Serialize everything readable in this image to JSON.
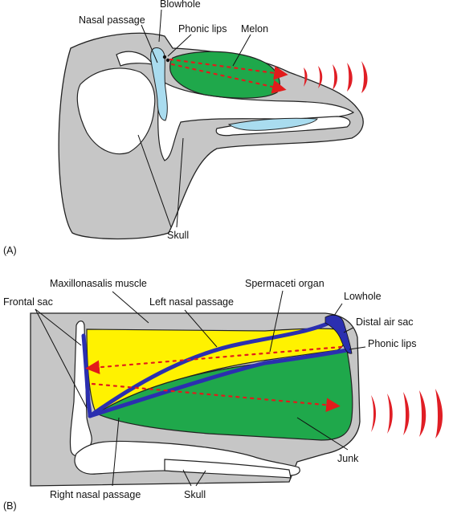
{
  "panel_a": {
    "tag": "(A)",
    "labels": {
      "blowhole": "Blowhole",
      "nasal_passage": "Nasal passage",
      "phonic_lips": "Phonic lips",
      "melon": "Melon",
      "skull": "Skull"
    }
  },
  "panel_b": {
    "tag": "(B)",
    "labels": {
      "maxillonasalis_muscle": "Maxillonasalis muscle",
      "spermaceti_organ": "Spermaceti organ",
      "frontal_sac": "Frontal sac",
      "left_nasal_passage": "Left nasal passage",
      "lowhole": "Lowhole",
      "distal_air_sac": "Distal air sac",
      "phonic_lips": "Phonic lips",
      "junk": "Junk",
      "right_nasal_passage": "Right nasal passage",
      "skull": "Skull"
    }
  },
  "colors": {
    "tissue": "#c6c6c6",
    "bone": "#ffffff",
    "air_spaces_a": "#a9dcef",
    "melon_and_junk": "#1fa84b",
    "spermaceti": "#fff200",
    "nasal_passages_b": "#2b2fb0",
    "sound": "#e21b1b"
  }
}
